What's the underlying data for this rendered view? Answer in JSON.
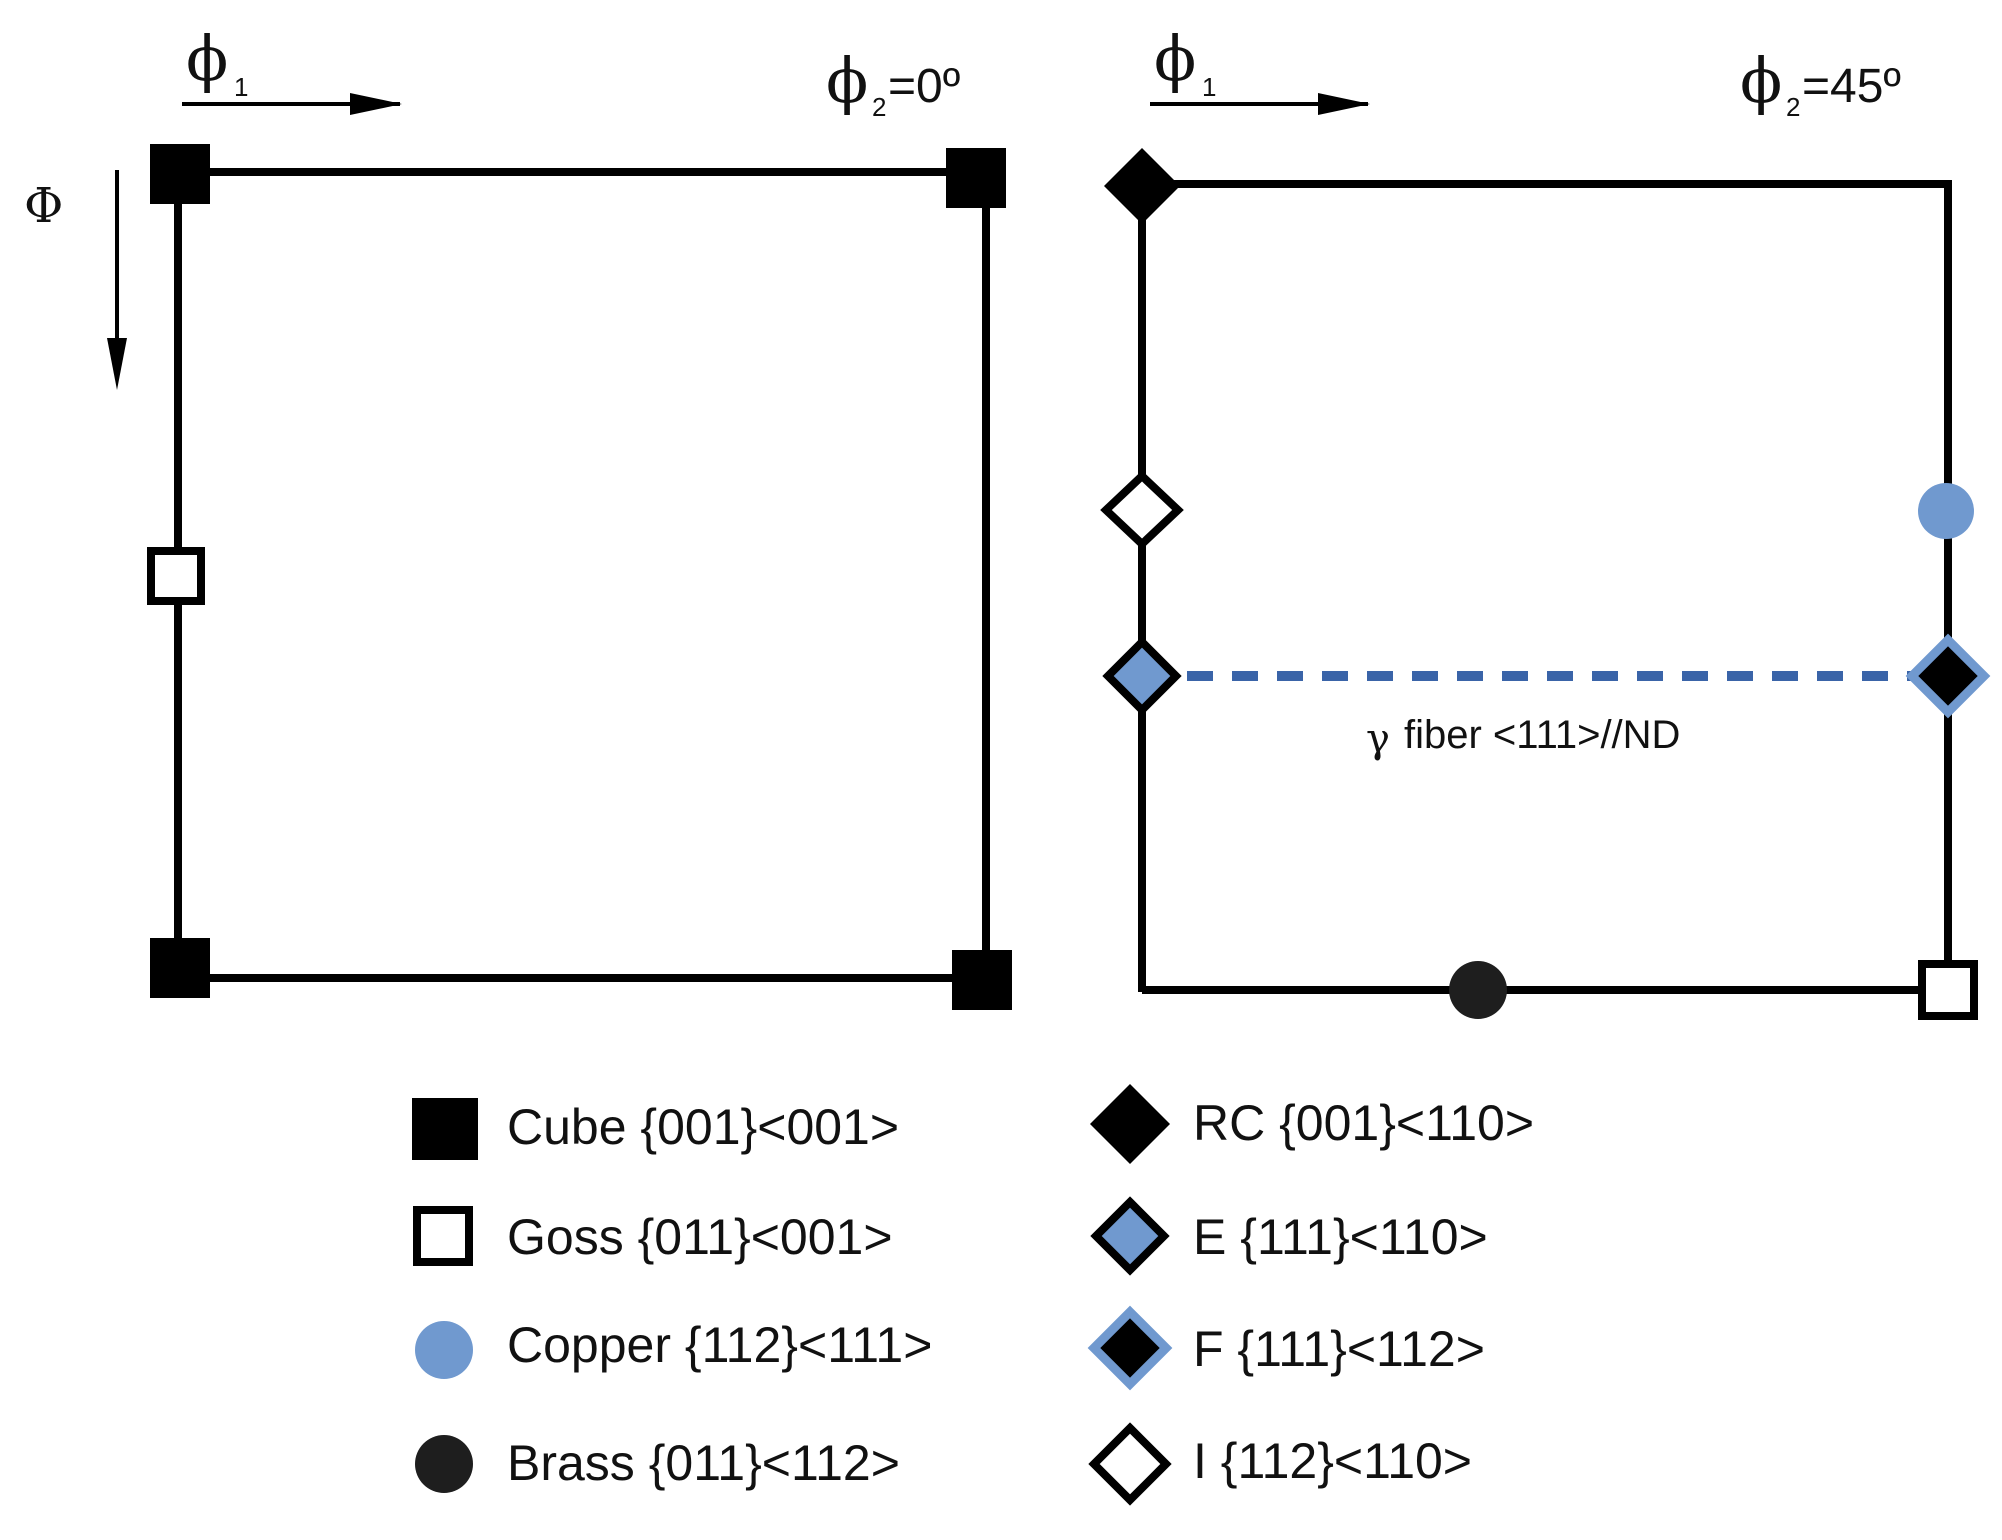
{
  "colors": {
    "line": "#000000",
    "blue_fill": "#7099cf",
    "blue_dash": "#3a64a8",
    "brass_fill": "#1e1e1e",
    "background": "#ffffff"
  },
  "panels": [
    {
      "id": "left",
      "phi1_symbol": "ϕ",
      "phi1_sub": "1",
      "phi2_symbol": "ϕ",
      "phi2_sub": "2",
      "phi2_value": "=0º",
      "big_phi": "Φ"
    },
    {
      "id": "right",
      "phi1_symbol": "ϕ",
      "phi1_sub": "1",
      "phi2_symbol": "ϕ",
      "phi2_sub": "2",
      "phi2_value": "=45º"
    }
  ],
  "fiber_label_symbol": "γ",
  "fiber_label_text": "fiber <111>//ND",
  "legend": [
    {
      "marker": "filled-square-icon",
      "label": "Cube {001}<001>"
    },
    {
      "marker": "hollow-square-icon",
      "label": "Goss {011}<001>"
    },
    {
      "marker": "blue-circle-icon",
      "label": "Copper {112}<111>"
    },
    {
      "marker": "black-circle-icon",
      "label": "Brass {011}<112>"
    },
    {
      "marker": "filled-diamond-icon",
      "label": "RC {001}<110>"
    },
    {
      "marker": "blue-diamond-black-border-icon",
      "label": "E {111}<110>"
    },
    {
      "marker": "black-diamond-blue-border-icon",
      "label": "F {111}<112>"
    },
    {
      "marker": "hollow-diamond-icon",
      "label": "I {112}<110>"
    }
  ]
}
